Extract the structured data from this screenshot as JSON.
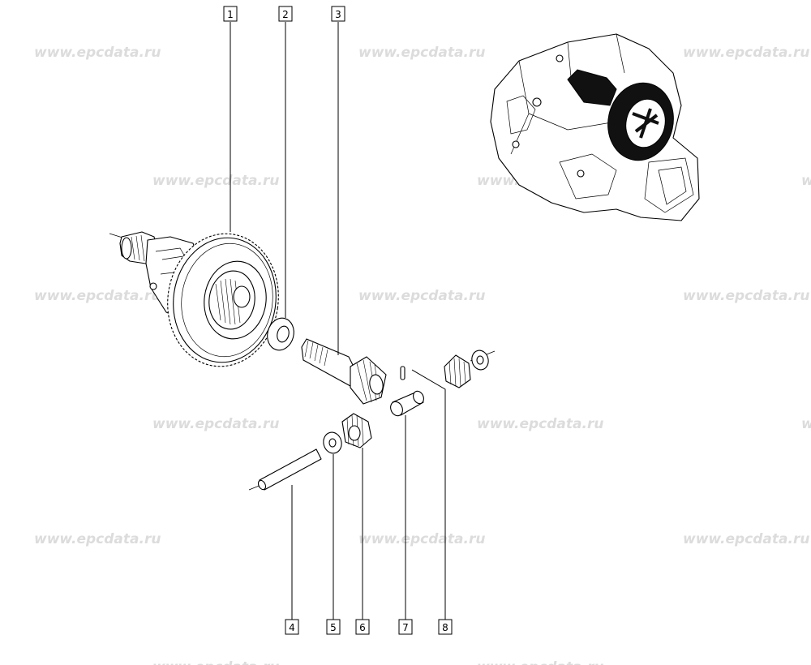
{
  "watermark": {
    "text": "www.epcdata.ru"
  },
  "callouts": [
    {
      "number": "1"
    },
    {
      "number": "2"
    },
    {
      "number": "3"
    },
    {
      "number": "4"
    },
    {
      "number": "5"
    },
    {
      "number": "6"
    },
    {
      "number": "7"
    },
    {
      "number": "8"
    }
  ]
}
